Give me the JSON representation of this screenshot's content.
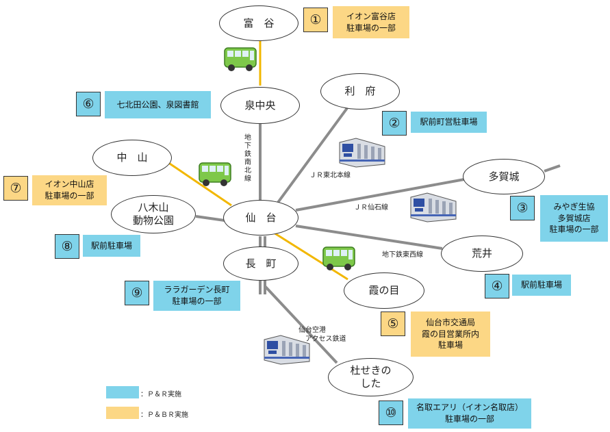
{
  "stations": {
    "tomiya": "富　谷",
    "izumi_chuo": "泉中央",
    "rifu": "利　府",
    "nakayama": "中　山",
    "yagiyama": "八木山\n動物公園",
    "sendai": "仙　台",
    "tagajo": "多賀城",
    "arai": "荒井",
    "nagamachi": "長　町",
    "kasuminome": "霞の目",
    "morisekinoshita": "杜せきの\nした"
  },
  "lines": {
    "namboku": "地下鉄南北線",
    "tohoku": "ＪＲ東北本線",
    "senseki": "ＪＲ仙石線",
    "tozai": "地下鉄東西線",
    "airport": "仙台空港\n　アクセス鉄道"
  },
  "facilities": [
    {
      "num": "①",
      "type": "P&BR",
      "name": "イオン富谷店\n駐車場の一部"
    },
    {
      "num": "②",
      "type": "P&R",
      "name": "駅前町営駐車場"
    },
    {
      "num": "③",
      "type": "P&R",
      "name": "みやぎ生協\n多賀城店\n駐車場の一部"
    },
    {
      "num": "④",
      "type": "P&R",
      "name": "駅前駐車場"
    },
    {
      "num": "⑤",
      "type": "P&BR",
      "name": "仙台市交通局\n霞の目営業所内\n駐車場"
    },
    {
      "num": "⑥",
      "type": "P&R",
      "name": "七北田公園、泉図書館"
    },
    {
      "num": "⑦",
      "type": "P&BR",
      "name": "イオン中山店\n駐車場の一部"
    },
    {
      "num": "⑧",
      "type": "P&R",
      "name": "駅前駐車場"
    },
    {
      "num": "⑨",
      "type": "P&R",
      "name": "ララガーデン長町\n駐車場の一部"
    },
    {
      "num": "⑩",
      "type": "P&R",
      "name": "名取エアリ（イオン名取店）\n駐車場の一部"
    }
  ],
  "legend": [
    {
      "label": "：Ｐ＆Ｒ実施",
      "color": "#7fd3ea"
    },
    {
      "label": "：Ｐ＆ＢＲ実施",
      "color": "#fcd785"
    }
  ],
  "colors": {
    "rail_line": "#8c8c8c",
    "bus_route": "#f2b700",
    "pr_blue": "#7fd3ea",
    "pbr_orange": "#fcd785"
  },
  "icons": {
    "bus": "bus-icon",
    "train": "train-icon"
  }
}
